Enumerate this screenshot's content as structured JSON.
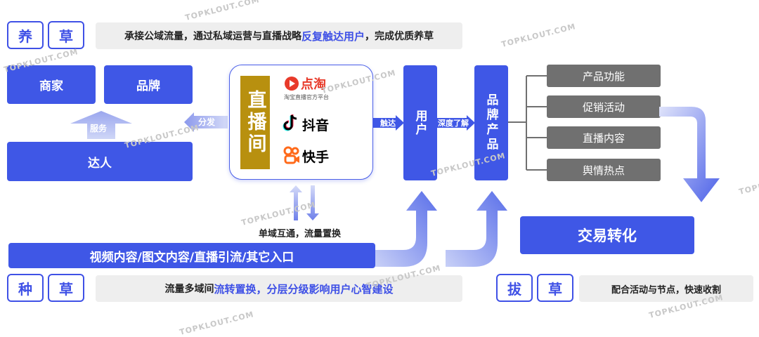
{
  "top": {
    "tag_left": "养",
    "tag_right": "草",
    "banner_pre": "承接公域流量，通过私域运营与直播战略",
    "banner_hl": "反复触达用户",
    "banner_post": "，完成优质养草"
  },
  "left": {
    "merchant": "商家",
    "brand": "品牌",
    "service": "服务",
    "influencer": "达人",
    "distribute": "分发"
  },
  "center": {
    "live_title": "直播间",
    "platforms": [
      {
        "icon": "dian-tao-logo-icon",
        "name": "点淘",
        "sub": "淘宝直播官方平台",
        "color": "#e83a2a"
      },
      {
        "icon": "douyin-logo-icon",
        "name": "抖音",
        "color": "#000000"
      },
      {
        "icon": "kuaishou-logo-icon",
        "name": "快手",
        "color": "#ff6a1a"
      }
    ],
    "exchange_label": "单域互通，流量置换"
  },
  "mid": {
    "reach": "触达",
    "user": "用户",
    "deep": "深度了解",
    "brand_product": "品牌产品"
  },
  "right": {
    "items": [
      "产品功能",
      "促销活动",
      "直播内容",
      "舆情热点"
    ],
    "conversion": "交易转化"
  },
  "bottom": {
    "entry_bar": "视频内容/图文内容/直播引流/其它入口",
    "tag_left": "种",
    "tag_right": "草",
    "banner_pre": "流量多域间",
    "banner_hl": "流转置换，分层分级影响用户心智建设",
    "pull_left": "拔",
    "pull_right": "草",
    "pull_banner": "配合活动与节点，快速收割"
  },
  "watermark": "TOPKLOUT.COM",
  "colors": {
    "accent": "#3f57e6",
    "grey": "#707070",
    "gold": "#b8900f"
  }
}
